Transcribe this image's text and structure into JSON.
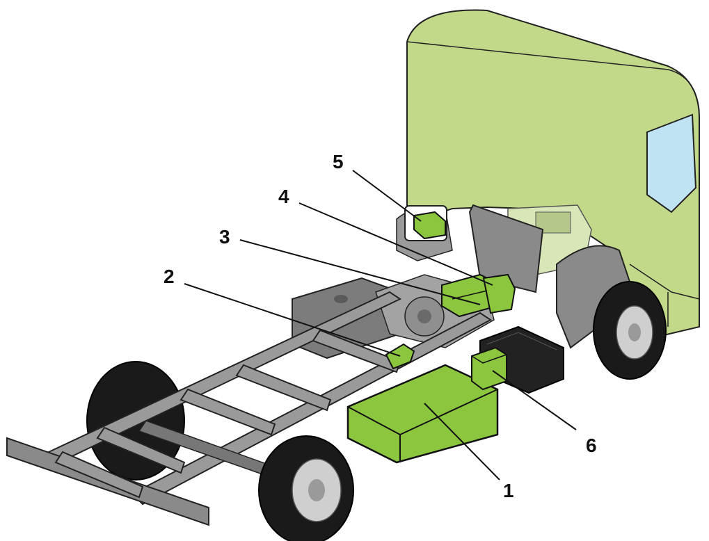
{
  "callouts": [
    {
      "id": "1",
      "label": "1"
    },
    {
      "id": "2",
      "label": "2"
    },
    {
      "id": "3",
      "label": "3"
    },
    {
      "id": "4",
      "label": "4"
    },
    {
      "id": "5",
      "label": "5"
    },
    {
      "id": "6",
      "label": "6"
    }
  ],
  "colors": {
    "highlight": "#8cc63f",
    "cab": "#c2d98a",
    "frame": "#9a9a9a",
    "frame_dark": "#6f6f6f",
    "tire": "#1a1a1a",
    "window": "#bfe3f2"
  }
}
